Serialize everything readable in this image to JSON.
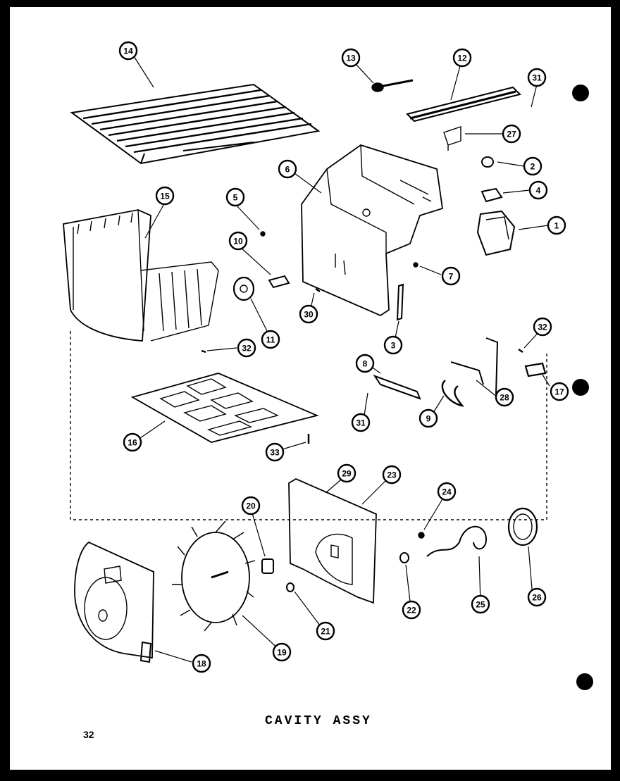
{
  "diagram": {
    "title": "CAVITY ASSY",
    "page_number": "32",
    "callouts": [
      "14",
      "13",
      "12",
      "31",
      "27",
      "2",
      "4",
      "1",
      "6",
      "5",
      "15",
      "10",
      "11",
      "7",
      "30",
      "3",
      "32",
      "32",
      "8",
      "17",
      "28",
      "31",
      "9",
      "16",
      "33",
      "29",
      "23",
      "24",
      "20",
      "26",
      "22",
      "25",
      "21",
      "18",
      "19"
    ],
    "colors": {
      "ink": "#000000",
      "paper": "#ffffff"
    }
  }
}
